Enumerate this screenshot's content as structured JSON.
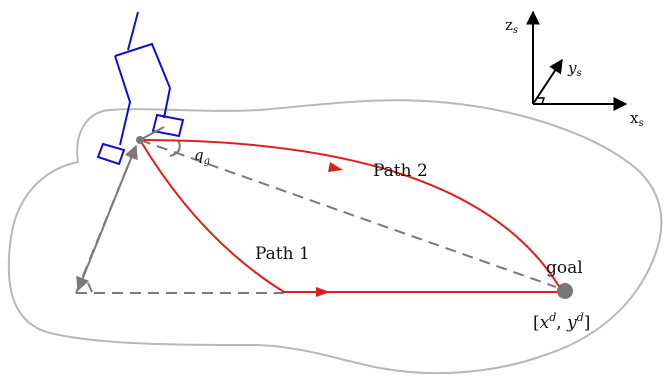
{
  "diagram": {
    "labels": {
      "path1": "Path 1",
      "path2": "Path 2",
      "goal": "goal",
      "goal_coord_x": "x",
      "goal_coord_y": "y",
      "goal_coord_sup": "d",
      "angle": "q",
      "angle_sub": "g",
      "axis_z": "z",
      "axis_y": "y",
      "axis_x": "x",
      "axis_sub": "s"
    },
    "colors": {
      "robot": "#1010d0",
      "path": "#e02020",
      "dashed": "#7a7a7a",
      "boundary": "#b8b8b8",
      "goal_dot": "#777777",
      "axes": "#000000"
    }
  }
}
